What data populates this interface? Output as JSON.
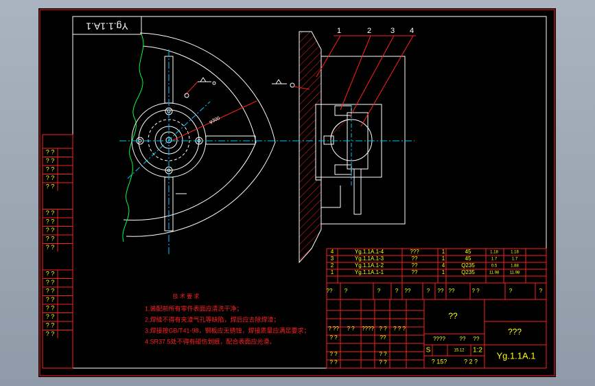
{
  "drawing": {
    "code_box": "Yg.1.1A.1",
    "callouts": [
      "1",
      "2",
      "3",
      "4"
    ],
    "dimension_label": "φ300"
  },
  "parts_list": [
    {
      "no": "4",
      "code": "Yg.1.1A.1-4",
      "name": "???",
      "qty": "1",
      "material": "45",
      "w1": "1.18",
      "w2": "1.18"
    },
    {
      "no": "3",
      "code": "Yg.1.1A.1-3",
      "name": "??",
      "qty": "1",
      "material": "45",
      "w1": "1.7",
      "w2": "1.7"
    },
    {
      "no": "2",
      "code": "Yg.1.1A.1-2",
      "name": "??",
      "qty": "4",
      "material": "Q235",
      "w1": "0.5",
      "w2": "1.88"
    },
    {
      "no": "1",
      "code": "Yg.1.1A.1-1",
      "name": "??",
      "qty": "1",
      "material": "Q235",
      "w1": "11.98",
      "w2": "11.98"
    }
  ],
  "parts_header": [
    "??",
    "?",
    "?",
    "?",
    "??",
    "?",
    "??",
    "??",
    "? ?",
    "?",
    "?"
  ],
  "title_block": {
    "center_text": "??",
    "name_text": "???",
    "drawing_no": "Yg.1.1A.1",
    "row_a": [
      "? ??",
      "? ?",
      "????",
      "? ?",
      "? ? ?"
    ],
    "row_b": [
      "? ?",
      "??"
    ],
    "row_c": [
      "????",
      "??",
      "??"
    ],
    "row_d": [
      "? ?",
      "?  ?"
    ],
    "row_e": [
      "? ?",
      "? ?"
    ],
    "stage": "S",
    "weight": "15.12",
    "scale": "1:2",
    "sheets": "? 15?",
    "sheet_no": "? 2 ?"
  },
  "left_strip": [
    "? ?",
    "? ?",
    "? ?",
    "? ?",
    "? ?",
    "? ?",
    "? ?",
    "? ?",
    "? ?",
    "? ?",
    "? ?",
    "? ?",
    "? ?",
    "? ?",
    "? ?",
    "? ?",
    "? ?",
    "? ?"
  ],
  "tech_requirements": {
    "title": "技 术 要 求",
    "lines": [
      "1.装配前所有零件表面应清洗干净；",
      "2.焊缝不得有夹渣气孔等缺陷，焊后应去除焊渣；",
      "3.焊接按GB/T41-98，钢板应无锈蚀，焊接质量应满足要求；",
      "4.SR37.5处不得有碰伤划痕，配合表面应光滑。"
    ]
  },
  "colors": {
    "line_white": "#ffffff",
    "frame_red": "#ff2020",
    "text_green": "#00ff40",
    "text_yellow": "#ffff00",
    "center_cyan": "#00c8ff"
  }
}
